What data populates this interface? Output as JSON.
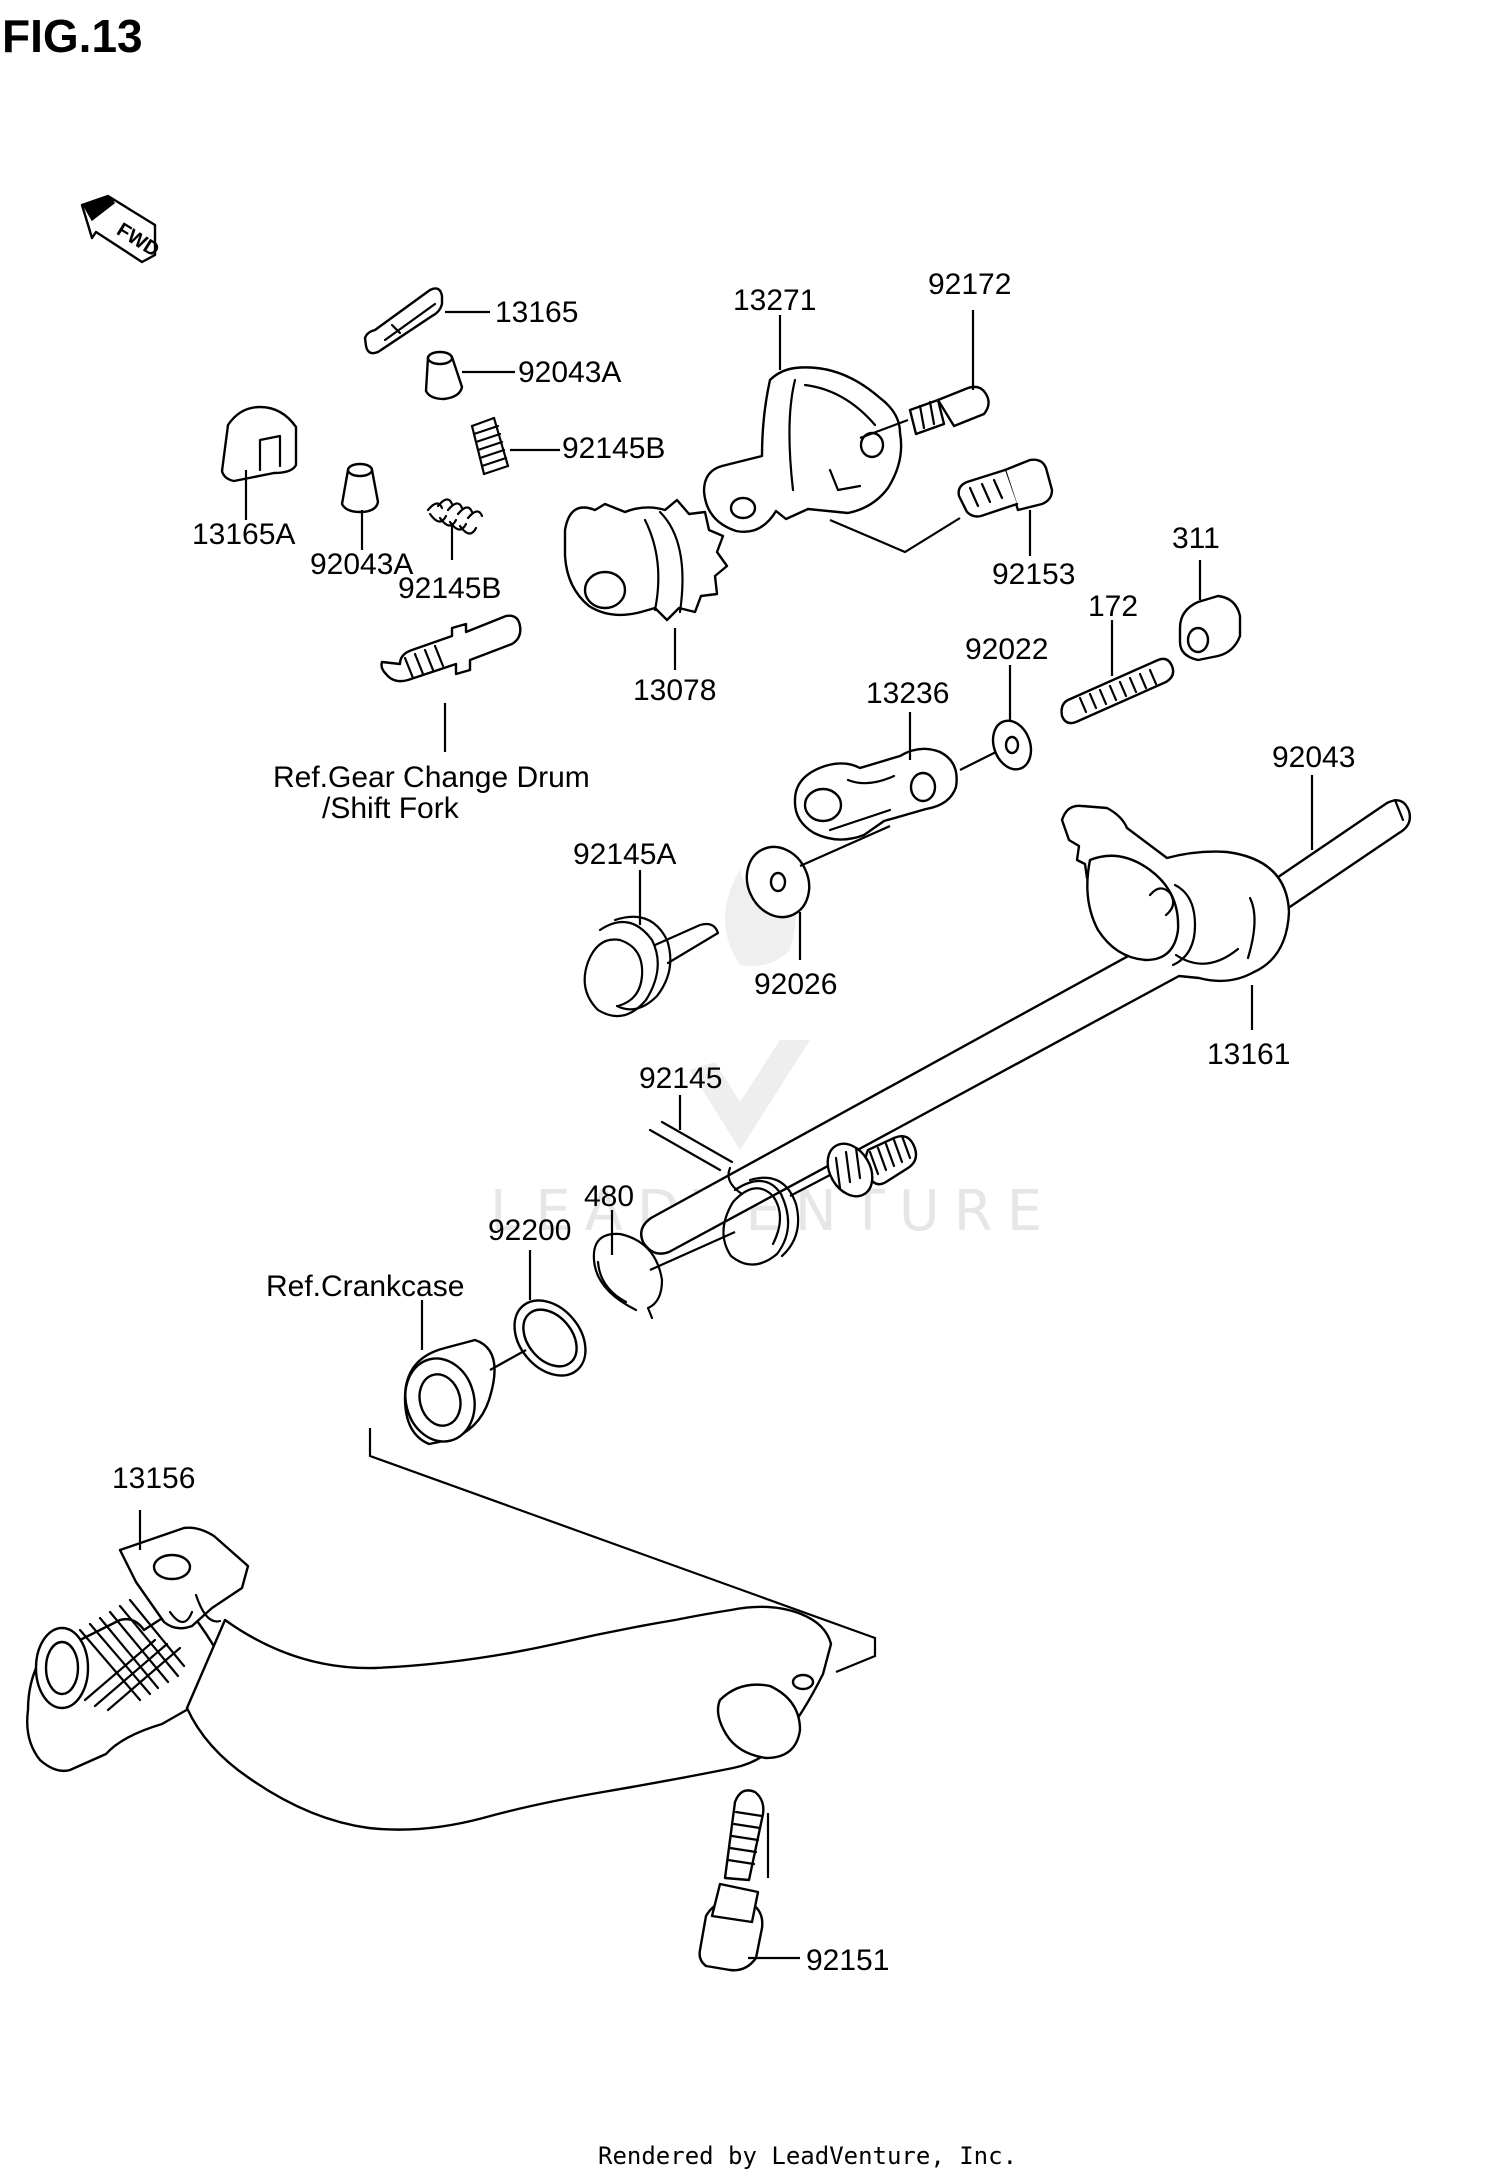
{
  "title": "FIG.13",
  "direction_badge": "FWD",
  "watermark": "LEADVENTURE",
  "footer": "Rendered by LeadVenture, Inc.",
  "labels": {
    "p13165": "13165",
    "p92043A_1": "92043A",
    "p92145B_1": "92145B",
    "p13165A": "13165A",
    "p92043A_2": "92043A",
    "p92145B_2": "92145B",
    "p13078": "13078",
    "ref_drum_1": "Ref.Gear Change Drum",
    "ref_drum_2": "/Shift Fork",
    "p13271": "13271",
    "p92172": "92172",
    "p92153": "92153",
    "p311": "311",
    "p172": "172",
    "p92022": "92022",
    "p13236": "13236",
    "p92043": "92043",
    "p92145A": "92145A",
    "p92026": "92026",
    "p13161": "13161",
    "p92145": "92145",
    "p480": "480",
    "p92200": "92200",
    "ref_crankcase": "Ref.Crankcase",
    "p13156": "13156",
    "p92151": "92151"
  }
}
